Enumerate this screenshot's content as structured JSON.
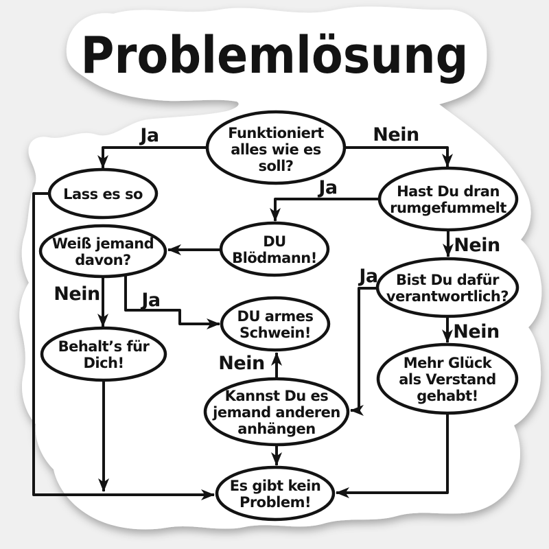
{
  "title": "Problemlösung",
  "colors": {
    "page_bg": "#f0f0f0",
    "sticker_fill": "#ffffff",
    "ink": "#131313"
  },
  "nodes": {
    "funktioniert": {
      "lines": [
        "Funktioniert",
        "alles wie es",
        "soll?"
      ]
    },
    "lass": {
      "lines": [
        "Lass es so"
      ]
    },
    "hast": {
      "lines": [
        "Hast Du dran",
        "rumgefummelt"
      ]
    },
    "bloedmann": {
      "lines": [
        "DU",
        "Blödmann!"
      ]
    },
    "weiss": {
      "lines": [
        "Weiß jemand",
        "davon?"
      ]
    },
    "behalt": {
      "lines": [
        "Behalt’s für",
        "Dich!"
      ]
    },
    "schwein": {
      "lines": [
        "DU armes",
        "Schwein!"
      ]
    },
    "bist": {
      "lines": [
        "Bist Du dafür",
        "verantwortlich?"
      ]
    },
    "glueck": {
      "lines": [
        "Mehr Glück",
        "als Verstand",
        "gehabt!"
      ]
    },
    "kannst": {
      "lines": [
        "Kannst Du es",
        "jemand anderen",
        "anhängen"
      ]
    },
    "problem": {
      "lines": [
        "Es gibt kein",
        "Problem!"
      ]
    }
  },
  "edge_labels": {
    "ja_top": "Ja",
    "nein_top": "Nein",
    "ja_hast": "Ja",
    "nein_hast": "Nein",
    "nein_weiss": "Nein",
    "ja_weiss": "Ja",
    "ja_bist": "Ja",
    "nein_bist": "Nein",
    "nein_kannst": "Nein"
  }
}
